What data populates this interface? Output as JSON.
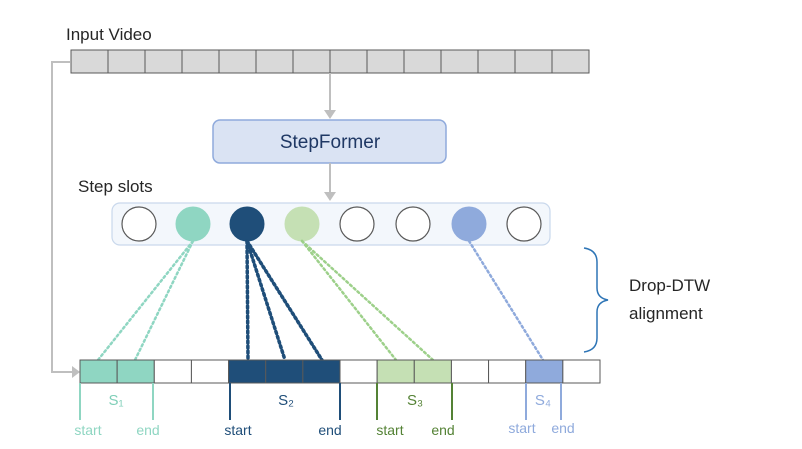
{
  "input_label": "Input Video",
  "model_label": "StepFormer",
  "slots_label": "Step slots",
  "alignment_label_line1": "Drop-DTW",
  "alignment_label_line2": "alignment",
  "step_labels": [
    "S₁",
    "S₂",
    "S₃",
    "S₄"
  ],
  "start_label": "start",
  "end_label": "end",
  "colors": {
    "frame_fill": "#d9d9d9",
    "frame_border": "#595959",
    "arrow": "#bfbfbf",
    "model_fill": "#dae3f3",
    "model_border": "#8faadc",
    "s1": "#8fd6c2",
    "s1_text": "#7fcfb8",
    "s2": "#1f4e79",
    "s3": "#c5e0b4",
    "s3_line": "#9dd08a",
    "s3_text": "#548235",
    "s4": "#8faadc"
  },
  "slots": [
    {
      "name": "slot-1",
      "fill": "#ffffff"
    },
    {
      "name": "slot-2-s1",
      "fill": "#8fd6c2"
    },
    {
      "name": "slot-3-s2",
      "fill": "#1f4e79"
    },
    {
      "name": "slot-4-s3",
      "fill": "#c5e0b4"
    },
    {
      "name": "slot-5",
      "fill": "#ffffff"
    },
    {
      "name": "slot-6",
      "fill": "#ffffff"
    },
    {
      "name": "slot-7-s4",
      "fill": "#8faadc"
    },
    {
      "name": "slot-8",
      "fill": "#ffffff"
    }
  ],
  "output_frames": [
    "s1",
    "s1",
    "",
    "",
    "s2",
    "s2",
    "s2",
    "",
    "s3",
    "s3",
    "",
    "",
    "s4",
    ""
  ]
}
